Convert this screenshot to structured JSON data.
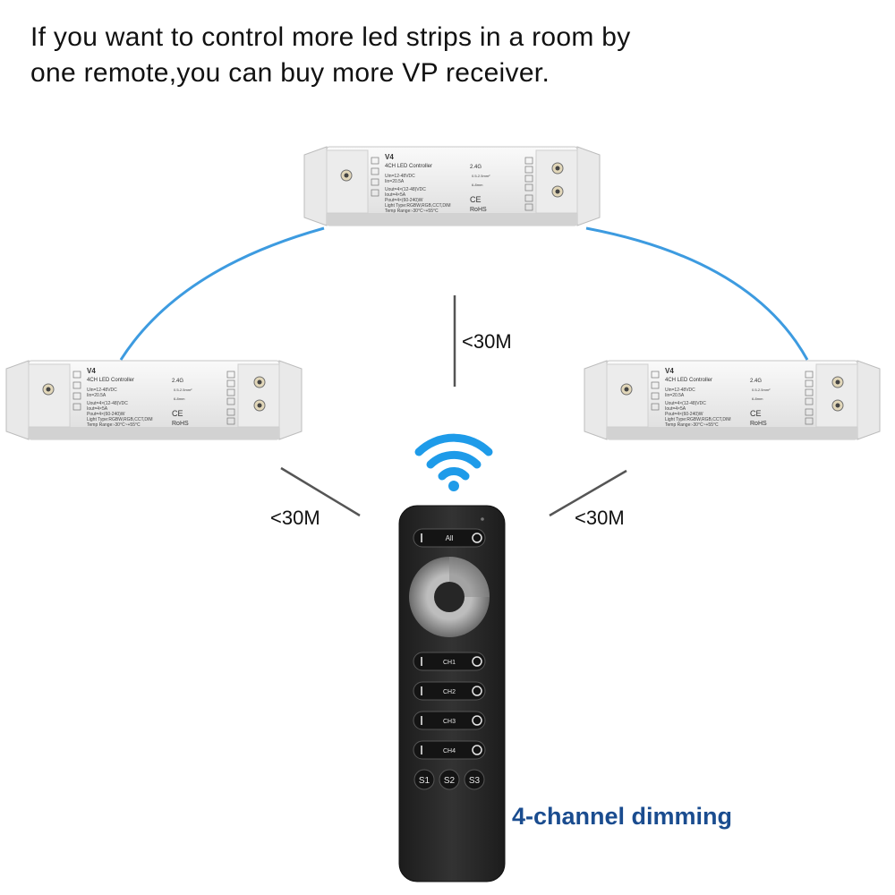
{
  "headline": {
    "line1": "If you want to control more led strips in a room by",
    "line2": "one remote,you can buy more VP receiver."
  },
  "distances": {
    "top": "<30M",
    "left": "<30M",
    "right": "<30M"
  },
  "controller": {
    "model": "V4",
    "name": "4CH LED Controller",
    "freq": "2.4G",
    "spec_uin": "Uin=12-48VDC",
    "spec_iin": "Iin=20.5A",
    "spec_uout": "Uout=4×(12-48)VDC",
    "spec_iout": "Iout=4×5A",
    "spec_pout": "Pout=4×(60-240)W",
    "spec_light": "Light Type:RGBW,RGB,CCT,DIM",
    "spec_temp": "Temp Range:-30°C~+55°C",
    "wire_gauge": "0.5-2.5mm²",
    "strip_len": "6-8mm",
    "ce": "CE",
    "rohs": "RoHS"
  },
  "remote": {
    "all_label": "All",
    "channels": [
      "CH1",
      "CH2",
      "CH3",
      "CH4"
    ],
    "scenes": [
      "S1",
      "S2",
      "S3"
    ]
  },
  "caption": "4-channel dimming",
  "colors": {
    "link_line": "#3d9be0",
    "caption": "#1a4c8f",
    "wifi": "#1e9be9",
    "remote_body": "#2b2b2b"
  },
  "icons": [
    "wifi-icon",
    "remote-control",
    "led-controller"
  ]
}
